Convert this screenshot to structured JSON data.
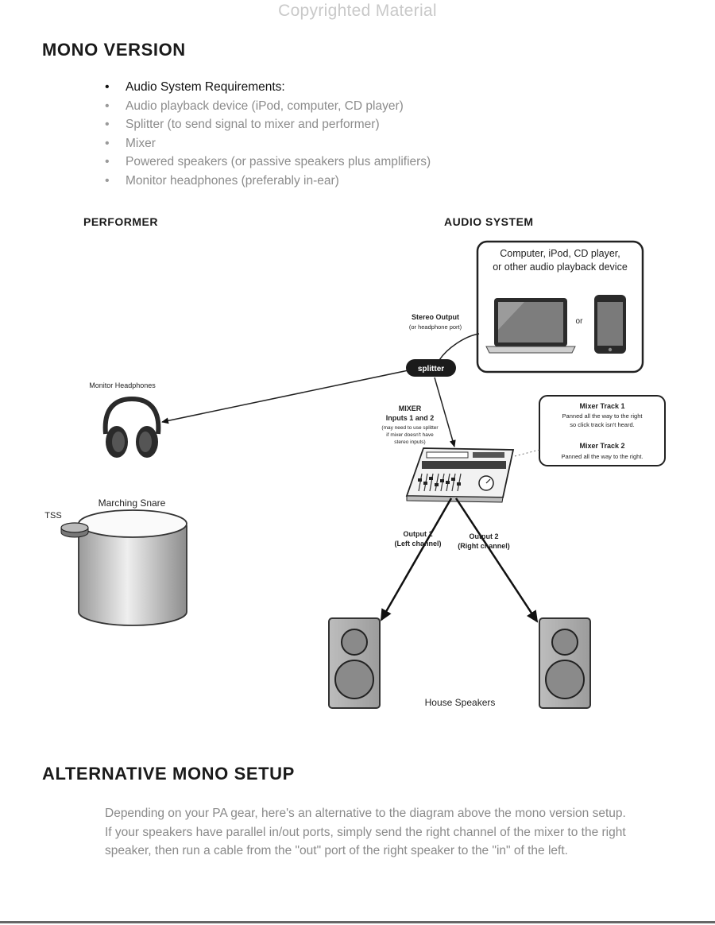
{
  "watermark": "Copyrighted Material",
  "section1": {
    "title": "MONO VERSION",
    "requirements": [
      "Audio System Requirements:",
      "Audio playback device (iPod, computer, CD player)",
      "Splitter (to send signal to mixer and performer)",
      "Mixer",
      "Powered speakers (or passive speakers plus amplifiers)",
      "Monitor headphones (preferably in-ear)"
    ]
  },
  "diagram": {
    "performer_heading": "PERFORMER",
    "audio_heading": "AUDIO SYSTEM",
    "device_box": [
      "Computer, iPod, CD player,",
      "or other audio playback device"
    ],
    "or_label": "or",
    "stereo_output": "Stereo Output",
    "stereo_output_note": "(or headphone port)",
    "splitter_label": "splitter",
    "monitor_headphones": "Monitor Headphones",
    "mixer_title": "MIXER",
    "mixer_inputs": "Inputs 1 and 2",
    "mixer_note": [
      "(may need to use splitter",
      "if mixer doesn't have",
      "stereo inputs)"
    ],
    "mixer_track1_title": "Mixer Track 1",
    "mixer_track1_text": [
      "Panned all the way to the right",
      "so click track isn't heard."
    ],
    "mixer_track2_title": "Mixer Track 2",
    "mixer_track2_text": "Panned all the way to the right.",
    "marching_snare": "Marching Snare",
    "tss": "TSS",
    "output1": [
      "Output 1",
      "(Left channel)"
    ],
    "output2": [
      "Output 2",
      "(Right channel)"
    ],
    "house_speakers": "House Speakers"
  },
  "section2": {
    "title": "ALTERNATIVE MONO SETUP",
    "paragraph_lines": [
      "Depending on your PA gear, here's an alternative to the diagram above the mono version setup.",
      "If your speakers have parallel in/out ports, simply send the right channel of the mixer to the right",
      "speaker, then run a cable from the \"out\" port of the right speaker to the \"in\" of the left."
    ]
  }
}
